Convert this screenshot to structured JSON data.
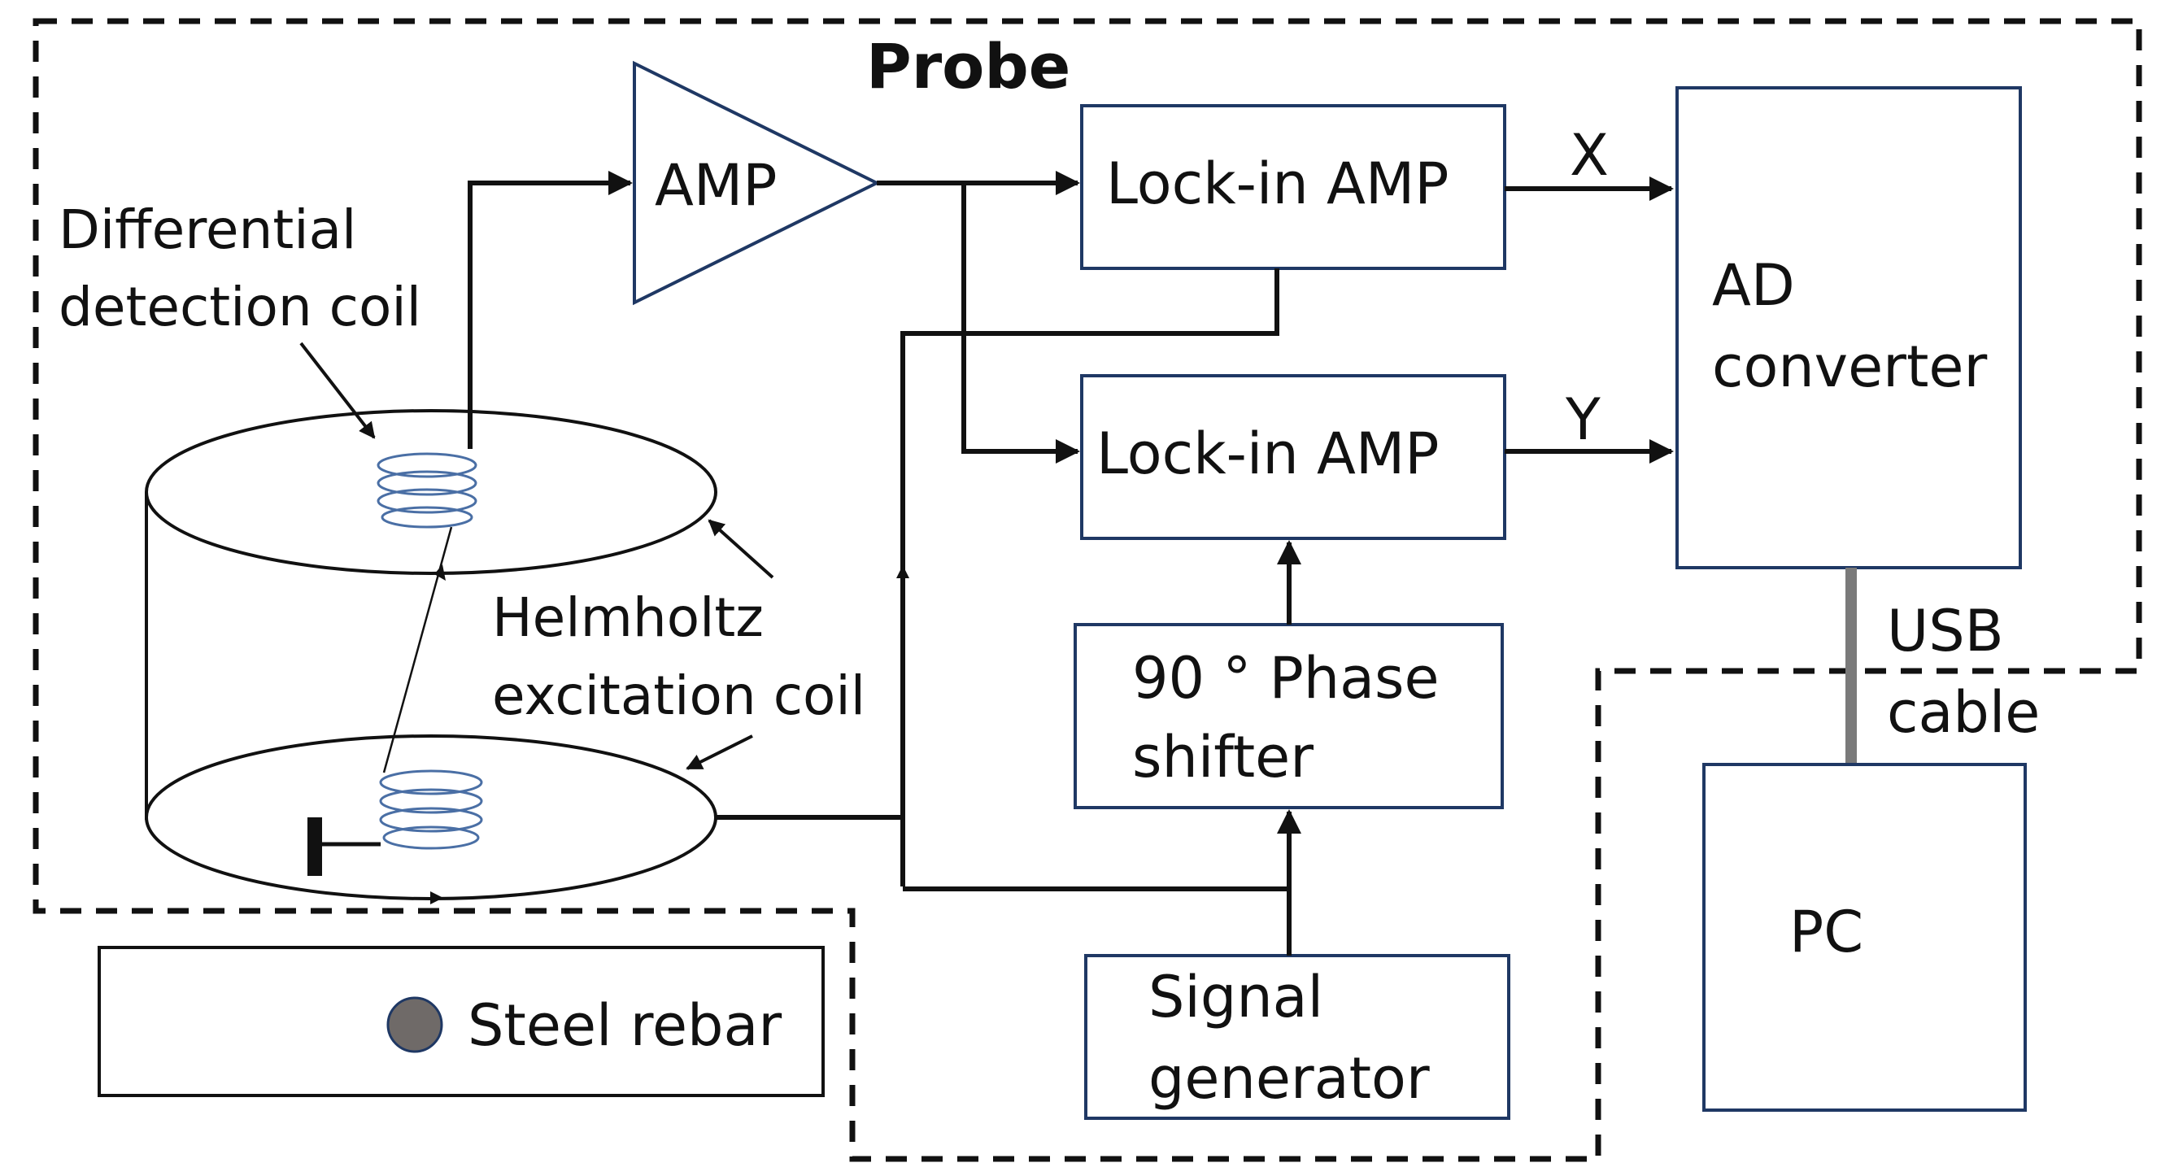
{
  "labels": {
    "probe": "Probe",
    "amp": "AMP",
    "lockin_top": "Lock-in AMP",
    "lockin_bottom": "Lock-in AMP",
    "x_out": "X",
    "y_out": "Y",
    "ad_line1": "AD",
    "ad_line2": "converter",
    "usb_line1": "USB",
    "usb_line2": "cable",
    "pc": "PC",
    "phase_line1": "90 ° Phase",
    "phase_line2": "shifter",
    "signal_line1": "Signal",
    "signal_line2": "generator",
    "diff_coil_line1": "Differential",
    "diff_coil_line2": "detection coil",
    "helm_line1": "Helmholtz",
    "helm_line2": "excitation coil",
    "steel_rebar": "Steel rebar"
  },
  "colors": {
    "box_border": "#1f3864",
    "coil": "#4a6fa5",
    "line": "#111111",
    "usb_cable": "#7a7a7a",
    "rebar_fill": "#6f6a68"
  }
}
